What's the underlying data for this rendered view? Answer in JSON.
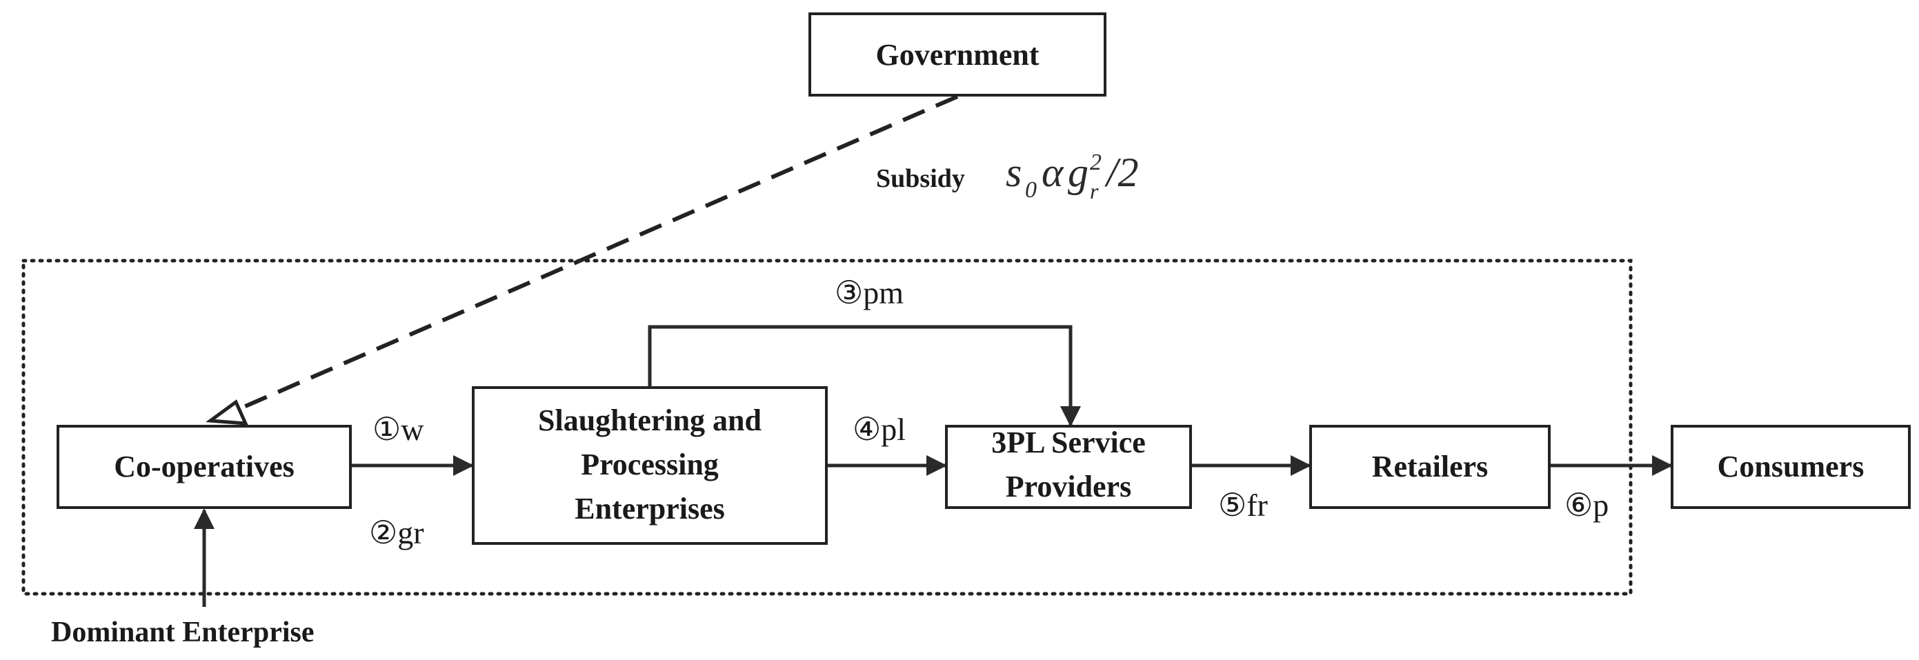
{
  "nodes": {
    "government": "Government",
    "cooperatives": "Co-operatives",
    "slaughtering": [
      "Slaughtering and",
      "Processing",
      "Enterprises"
    ],
    "threepl": [
      "3PL Service",
      "Providers"
    ],
    "retailers": "Retailers",
    "consumers": "Consumers",
    "dominant": "Dominant Enterprise"
  },
  "flows": {
    "w": "①w",
    "gr": "②gr",
    "pm": "③pm",
    "pl": "④pl",
    "fr": "⑤fr",
    "p": "⑥p"
  },
  "subsidy": {
    "label": "Subsidy",
    "s": "s",
    "s_sub": "0",
    "alpha": "α",
    "g": "g",
    "g_sub": "r",
    "g_sup": "2",
    "tail": "/2"
  }
}
